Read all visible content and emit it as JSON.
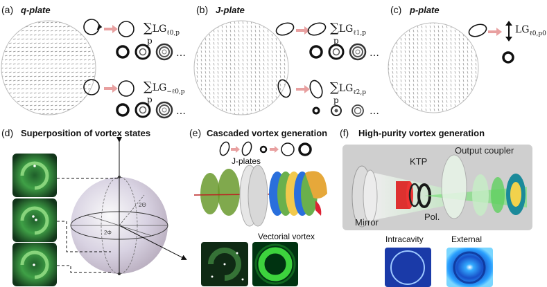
{
  "panel_a": {
    "letter": "(a)",
    "title": "q-plate",
    "sum_top": "LG",
    "sub_top": "ℓ0,p",
    "sum_bottom": "LG",
    "sub_bottom": "−ℓ0,p",
    "sum_index": "p",
    "ellipsis": "…"
  },
  "panel_b": {
    "letter": "(b)",
    "title": "J-plate",
    "sum_top": "LG",
    "sub_top": "ℓ1,p",
    "sum_bottom": "LG",
    "sub_bottom": "ℓ2,p",
    "sum_index": "p",
    "ellipsis": "…"
  },
  "panel_c": {
    "letter": "(c)",
    "title": "p-plate",
    "sum_top": "LG",
    "sub_top": "ℓ0,p0"
  },
  "panel_d": {
    "letter": "(d)",
    "title": "Superposition of vortex states",
    "theta_label": "2Θ",
    "phi_label": "2Φ"
  },
  "panel_e": {
    "letter": "(e)",
    "title": "Cascaded vortex generation",
    "jplates_label": "J-plates",
    "vectorial_label": "Vectorial vortex"
  },
  "panel_f": {
    "letter": "(f)",
    "title": "High-purity vortex generation",
    "ktp_label": "KTP",
    "output_label": "Output coupler",
    "pol_label": "Pol.",
    "mirror_label": "Mirror",
    "intracavity_label": "Intracavity",
    "external_label": "External"
  },
  "colors": {
    "arrow": "#e8a0a0",
    "green": "#4caf50",
    "blue_bg": "#1a3aa8"
  }
}
